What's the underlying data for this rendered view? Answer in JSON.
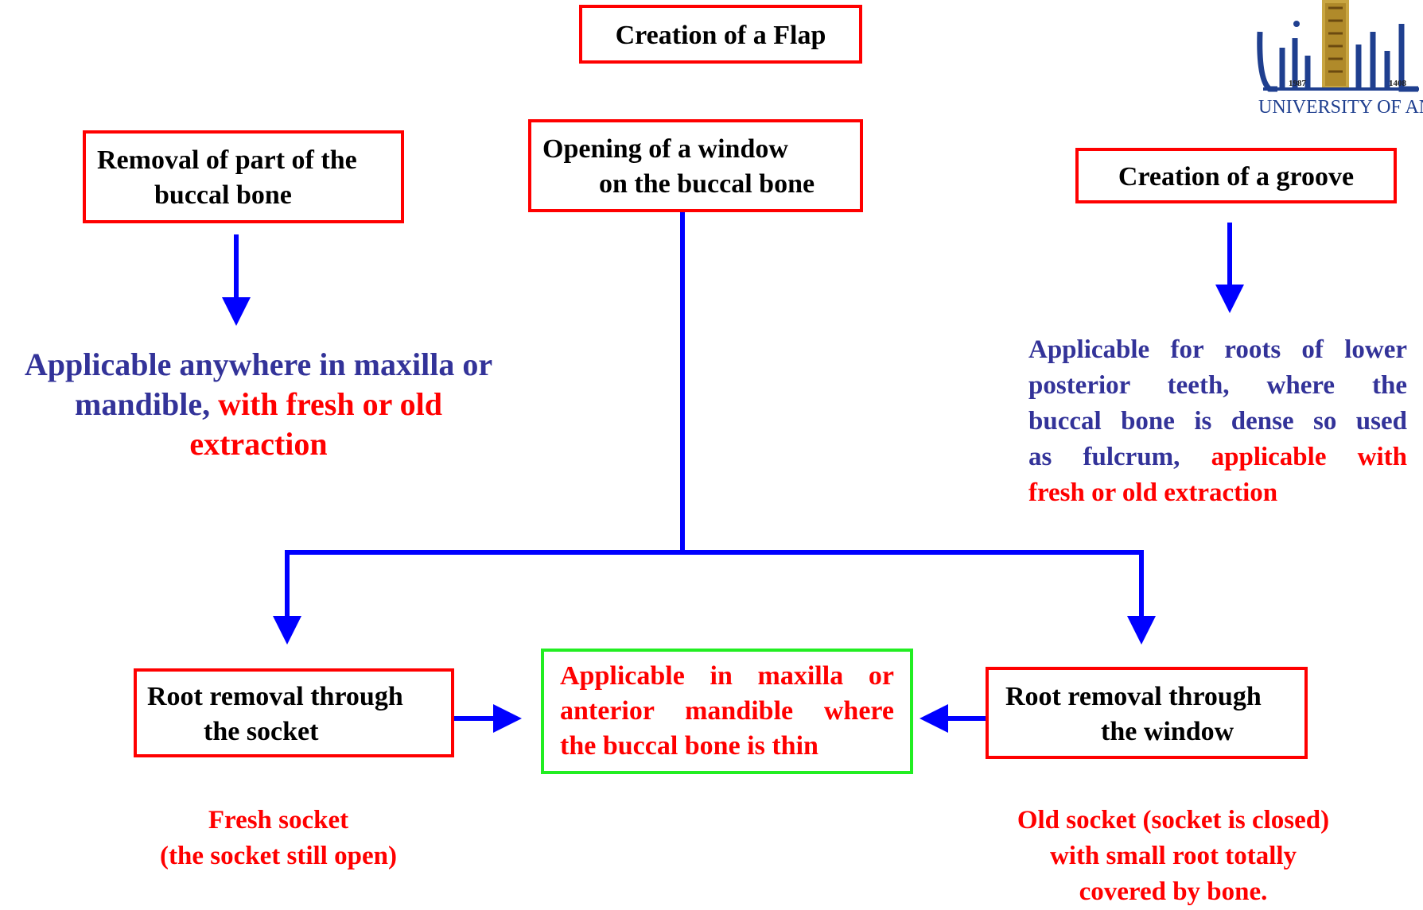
{
  "boxes": {
    "flap": {
      "label": "Creation of a Flap"
    },
    "removal": {
      "line1": "Removal of part of the",
      "line2": "buccal bone"
    },
    "window": {
      "line1": "Opening of a window",
      "line2": "on the buccal bone"
    },
    "groove": {
      "label": "Creation of a groove"
    },
    "socket": {
      "line1": "Root removal through",
      "line2": "the socket"
    },
    "center": {
      "line1": "Applicable in maxilla or",
      "line2": "anterior mandible where",
      "line3": "the buccal bone is thin"
    },
    "through_window": {
      "line1": "Root removal through",
      "line2": "the window"
    }
  },
  "notes": {
    "left": {
      "line1": "Applicable anywhere in maxilla or",
      "line2_blue": "mandible,",
      "line2_red": "with fresh or old",
      "line3": "extraction"
    },
    "right": {
      "line1": "Applicable for roots of lower",
      "line2": "posterior teeth, where the",
      "line3": "buccal bone is dense so used",
      "line4_blue": "as fulcrum,",
      "line4_red": "applicable with",
      "line5": "fresh or old extraction"
    },
    "fresh": {
      "line1": "Fresh socket",
      "line2": "(the socket still open)"
    },
    "old": {
      "line1": "Old socket (socket is closed)",
      "line2": "with small root totally",
      "line3": "covered by bone."
    }
  },
  "logo": {
    "caption": "UNIVERSITY OF ANB",
    "year_left": "1987",
    "year_right": "1408"
  },
  "colors": {
    "box_border": "#ff0000",
    "center_border": "#22ee22",
    "arrow": "#0000ff",
    "note_blue": "#333399",
    "note_red": "#ff0000"
  }
}
